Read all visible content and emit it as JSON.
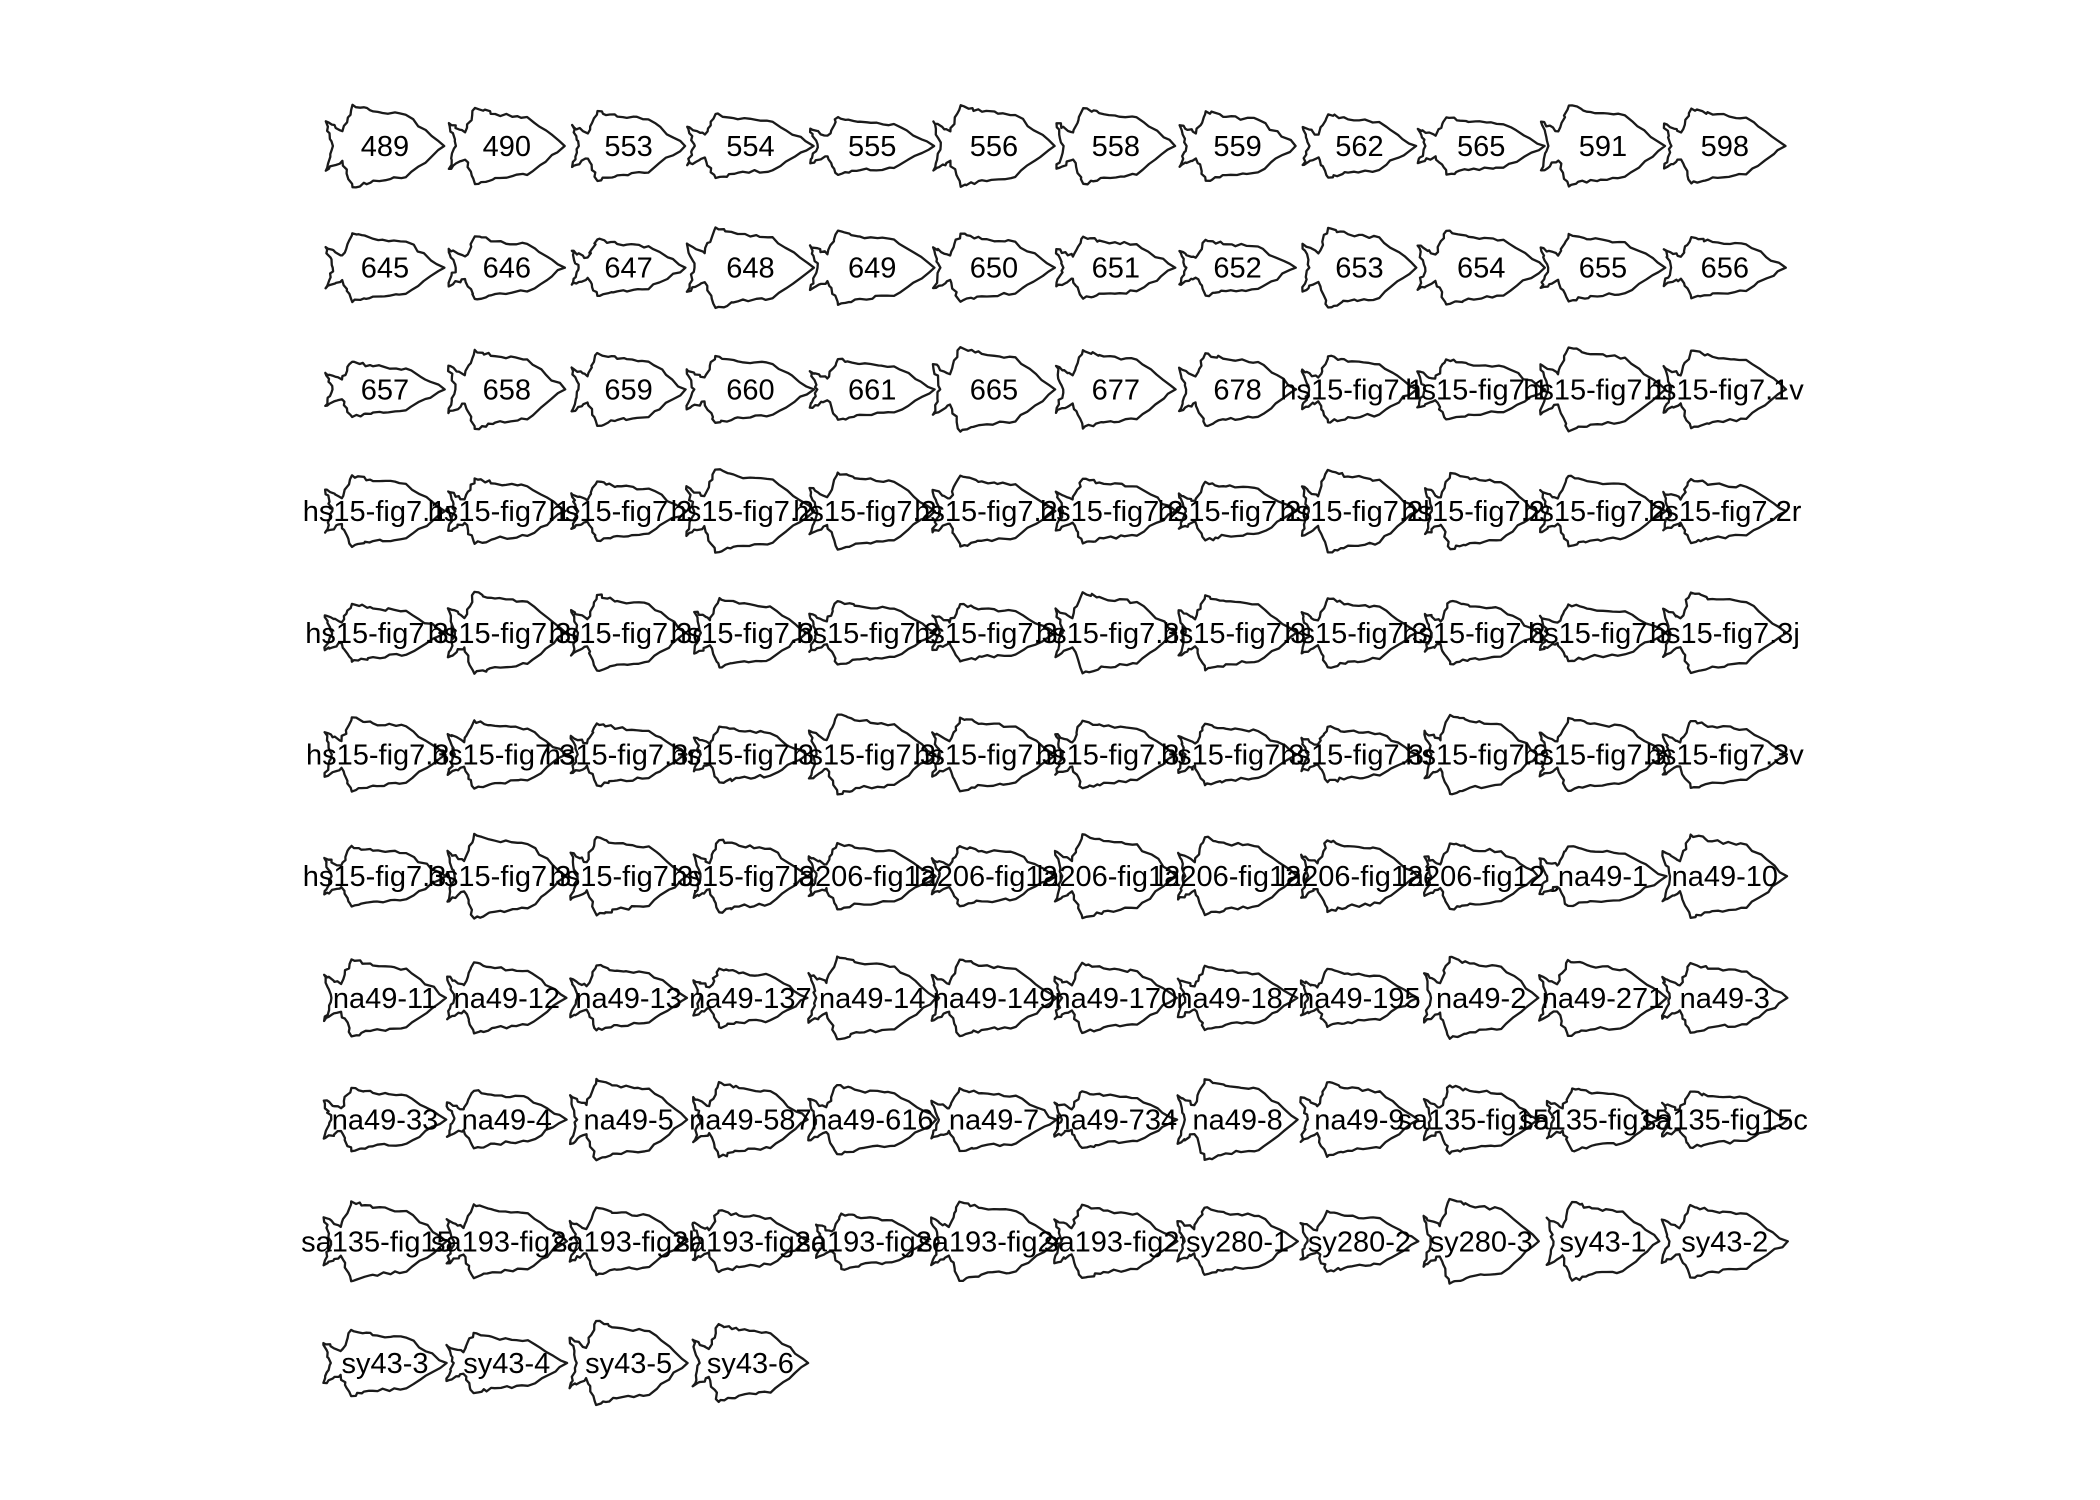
{
  "specimens": [
    "489",
    "490",
    "553",
    "554",
    "555",
    "556",
    "558",
    "559",
    "562",
    "565",
    "591",
    "598",
    "645",
    "646",
    "647",
    "648",
    "649",
    "650",
    "651",
    "652",
    "653",
    "654",
    "655",
    "656",
    "657",
    "658",
    "659",
    "660",
    "661",
    "665",
    "677",
    "678",
    "hs15-fig7.1s",
    "hs15-fig7.1t",
    "hs15-fig7.1u",
    "hs15-fig7.1v",
    "hs15-fig7.1w",
    "hs15-fig7.1x",
    "hs15-fig7.2a",
    "hs15-fig7.2b",
    "hs15-fig7.2c",
    "hs15-fig7.2e",
    "hs15-fig7.2f",
    "hs15-fig7.2g",
    "hs15-fig7.2h",
    "hs15-fig7.2o",
    "hs15-fig7.2q",
    "hs15-fig7.2r",
    "hs15-fig7.3b",
    "hs15-fig7.3c",
    "hs15-fig7.3d",
    "hs15-fig7.3e",
    "hs15-fig7.3f",
    "hs15-fig7.3g",
    "hs15-fig7.3h",
    "hs15-fig7.3i",
    "hs15-fig7.3j",
    "hs15-fig7.3k",
    "hs15-fig7.3l",
    "hs15-fig7.3j",
    "hs15-fig7.3k",
    "hs15-fig7.3l",
    "hs15-fig7.3m",
    "hs15-fig7.3n",
    "hs15-fig7.3o",
    "hs15-fig7.3p",
    "hs15-fig7.3q",
    "hs15-fig7.3r",
    "hs15-fig7.3s",
    "hs15-fig7.3t",
    "hs15-fig7.3u",
    "hs15-fig7.3v",
    "hs15-fig7.3w",
    "hs15-fig7.3x",
    "hs15-fig7.3y",
    "hs15-fig7.3z",
    "la206-fig12a",
    "la206-fig12b",
    "la206-fig12c",
    "la206-fig12d",
    "la206-fig12e",
    "la206-fig12g",
    "na49-1",
    "na49-10",
    "na49-11",
    "na49-12",
    "na49-13",
    "na49-137",
    "na49-14",
    "na49-149",
    "na49-170",
    "na49-187",
    "na49-195",
    "na49-2",
    "na49-271",
    "na49-3",
    "na49-33",
    "na49-4",
    "na49-5",
    "na49-587",
    "na49-616",
    "na49-7",
    "na49-734",
    "na49-8",
    "na49-9",
    "sa135-fig15a",
    "sa135-fig15b",
    "sa135-fig15c",
    "sa135-fig15d",
    "sa193-fig2a",
    "sa193-fig2b",
    "sa193-fig2c",
    "sa193-fig2d",
    "sa193-fig2e",
    "sa193-fig2f",
    "sy280-1",
    "sy280-2",
    "sy280-3",
    "sy43-1",
    "sy43-2",
    "sy43-3",
    "sy43-4",
    "sy43-5",
    "sy43-6"
  ]
}
